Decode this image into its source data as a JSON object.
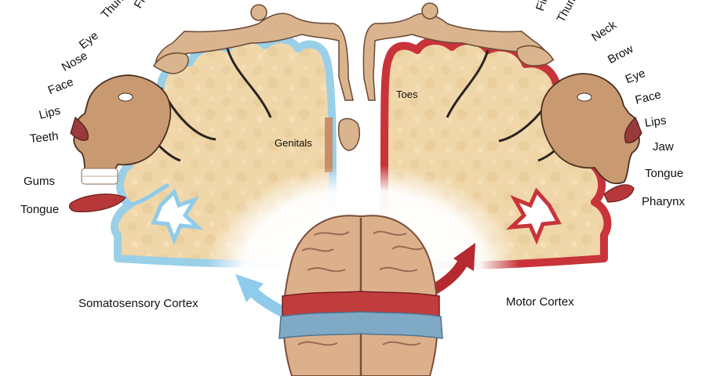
{
  "colors": {
    "sensory": "#8fcbea",
    "motor": "#c8343a",
    "tissue": "#f0d7a9",
    "skin": "#c99a72",
    "brain": "#ddb08c"
  },
  "captions": {
    "somatosensory": "Somatosensory Cortex",
    "motor": "Motor Cortex"
  },
  "sensory_labels": {
    "fingers": "Fingers",
    "thumb": "Thumb",
    "eye": "Eye",
    "nose": "Nose",
    "face": "Face",
    "lips": "Lips",
    "teeth": "Teeth",
    "gums": "Gums",
    "tongue": "Tongue",
    "genitals": "Genitals"
  },
  "motor_labels": {
    "fingers": "Fingers",
    "thumb": "Thumb",
    "neck": "Neck",
    "brow": "Brow",
    "eye": "Eye",
    "face": "Face",
    "lips": "Lips",
    "jaw": "Jaw",
    "tongue": "Tongue",
    "pharynx": "Pharynx",
    "toes": "Toes"
  },
  "icons": [
    "sensory-homunculus-icon",
    "motor-homunculus-icon",
    "brain-top-view-icon"
  ]
}
